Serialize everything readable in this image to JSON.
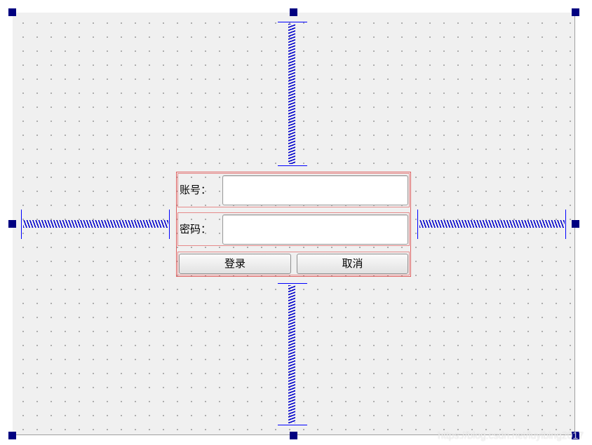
{
  "form": {
    "account_label": "账号：",
    "account_value": "",
    "password_label": "密码：",
    "password_value": "",
    "login_label": "登录",
    "cancel_label": "取消"
  },
  "watermark": "https://blog.csdn.net/luyibing2017",
  "colors": {
    "canvas_bg": "#f0f0f0",
    "handle": "#000080",
    "spacer": "#0000ff",
    "layout_outline": "#e06060"
  }
}
